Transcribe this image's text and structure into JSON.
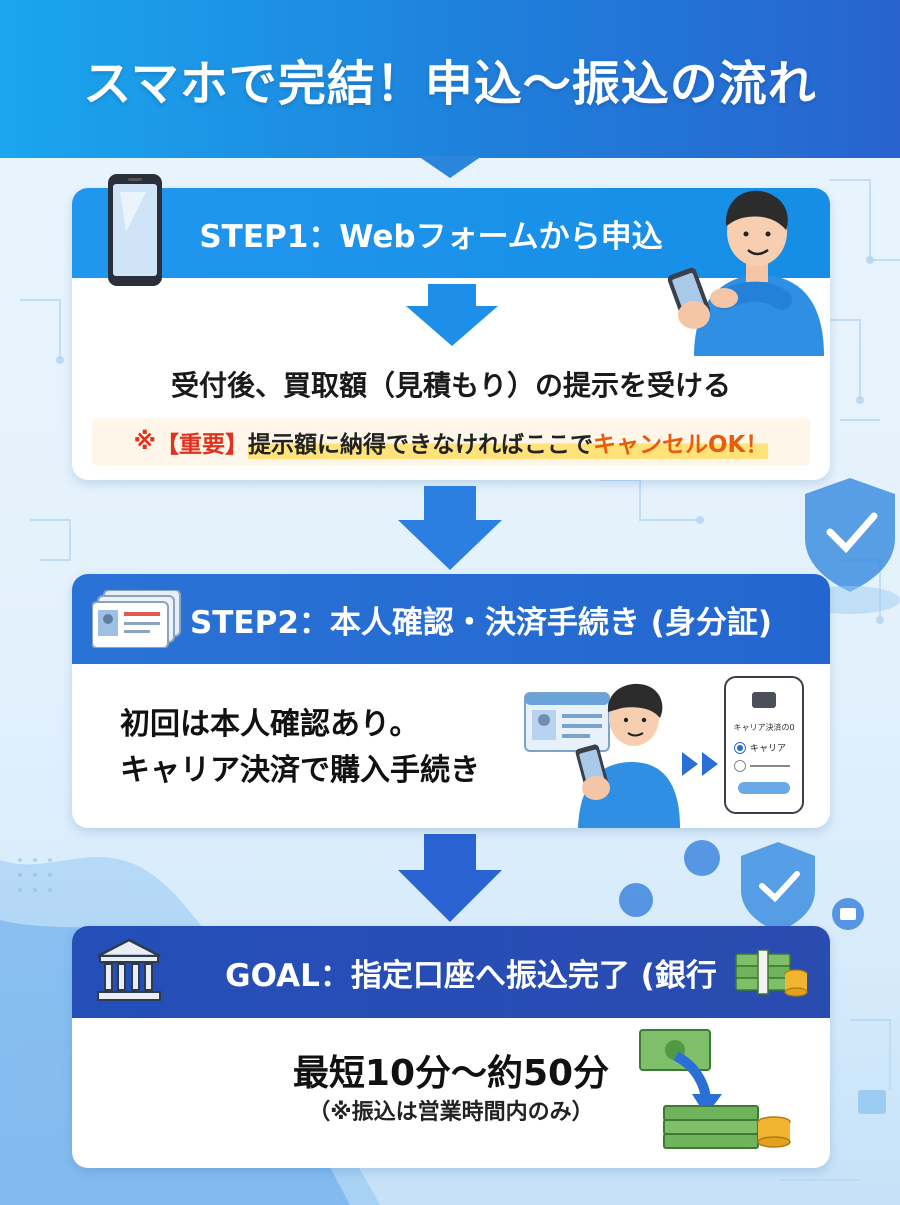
{
  "header": {
    "title": "スマホで完結！申込〜振込の流れ"
  },
  "step1": {
    "heading": "STEP1：Webフォームから申込",
    "main": "受付後、買取額（見積もり）の提示を受ける",
    "note_mark": "※",
    "note_important": "【重要】",
    "note_text": "提示額に納得できなければここで",
    "note_cancel": "キャンセルOK！"
  },
  "step2": {
    "heading": "STEP2：本人確認・決済手続き (身分証)",
    "line1": "初回は本人確認あり。",
    "line2": "キャリア決済で購入手続き",
    "phone_screen": {
      "title": "キャリア決済の0",
      "option_selected": "キャリア"
    }
  },
  "goal": {
    "heading": "GOAL：指定口座へ振込完了 (銀行",
    "main": "最短10分〜約50分",
    "sub": "（※振込は営業時間内のみ）"
  }
}
